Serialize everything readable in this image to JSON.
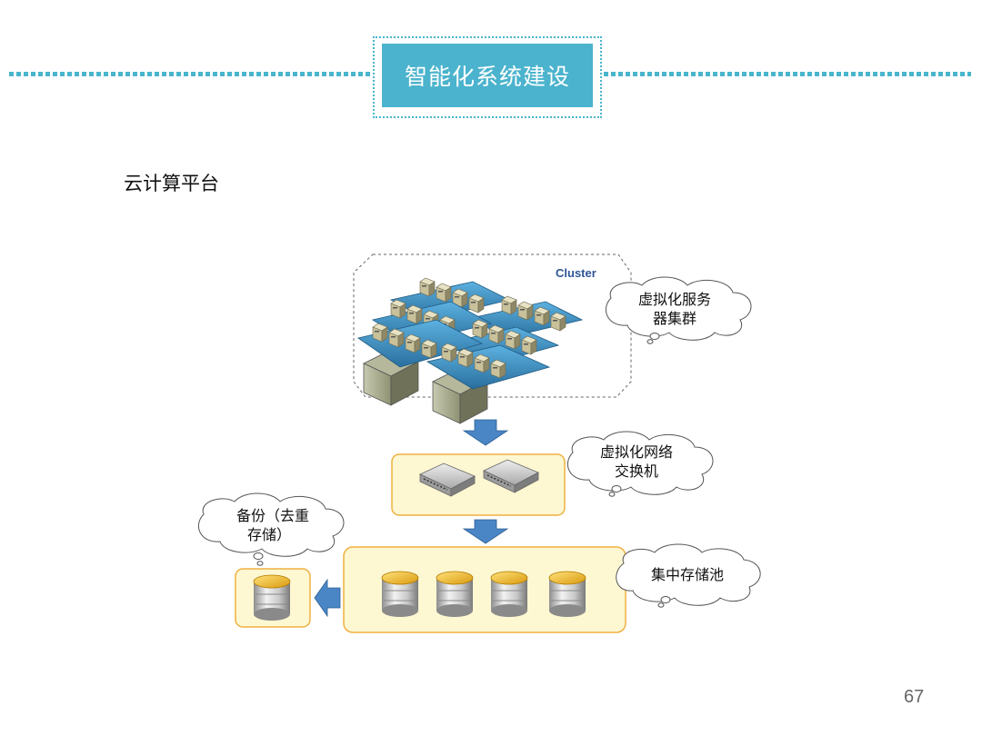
{
  "slide": {
    "title": "智能化系统建设",
    "subtitle": "云计算平台",
    "page_number": "67"
  },
  "diagram": {
    "cluster_label": "Cluster",
    "callouts": {
      "server_cluster": [
        "虚拟化服务",
        "器集群"
      ],
      "network_switch": [
        "虚拟化网络",
        "交换机"
      ],
      "storage_pool": [
        "集中存储池"
      ],
      "backup": [
        "备份（去重",
        "存储）"
      ]
    }
  },
  "colors": {
    "accent": "#4bb3cd",
    "panel_fill": "#fdf7d2",
    "panel_border": "#f0b040",
    "arrow": "#4a86c5",
    "rack_blue": "#3d95c8"
  }
}
